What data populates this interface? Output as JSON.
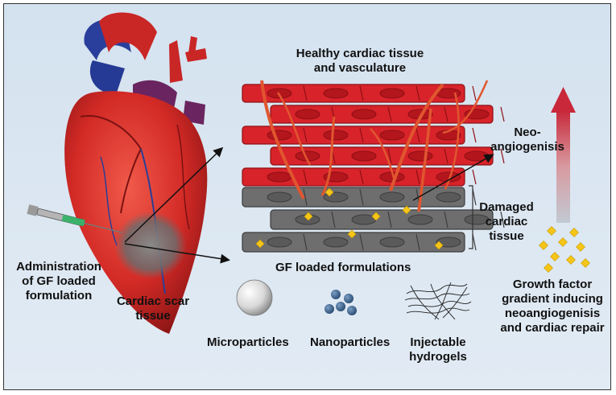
{
  "labels": {
    "healthy_tissue": [
      "Healthy cardiac tissue",
      "and vasculature"
    ],
    "neoangiogenesis": [
      "Neo-",
      "angiogenisis"
    ],
    "damaged_tissue": [
      "Damaged",
      "cardiac",
      "tissue"
    ],
    "gf_formulations": "GF loaded formulations",
    "administration": [
      "Administration",
      "of GF loaded",
      "formulation"
    ],
    "scar_tissue": [
      "Cardiac scar",
      "tissue"
    ],
    "gradient": [
      "Growth factor",
      "gradient inducing",
      "neoangiogenisis",
      "and cardiac repair"
    ]
  },
  "formulations": [
    {
      "label": "Microparticles",
      "icon": "sphere-icon"
    },
    {
      "label": "Nanoparticles",
      "icon": "nanoparticle-cluster-icon"
    },
    {
      "label": [
        "Injectable",
        "hydrogels"
      ],
      "icon": "hydrogel-fibers-icon"
    }
  ],
  "colors": {
    "background": "#dae6f1",
    "healthy_tissue": "#d8232a",
    "damaged_tissue": "#6e6e6e",
    "growth_factor": "#f5c518",
    "gradient_arrow_top": "#c8283a",
    "gradient_arrow_bottom": "#b9c3ce",
    "vessel": "#e0562f"
  }
}
